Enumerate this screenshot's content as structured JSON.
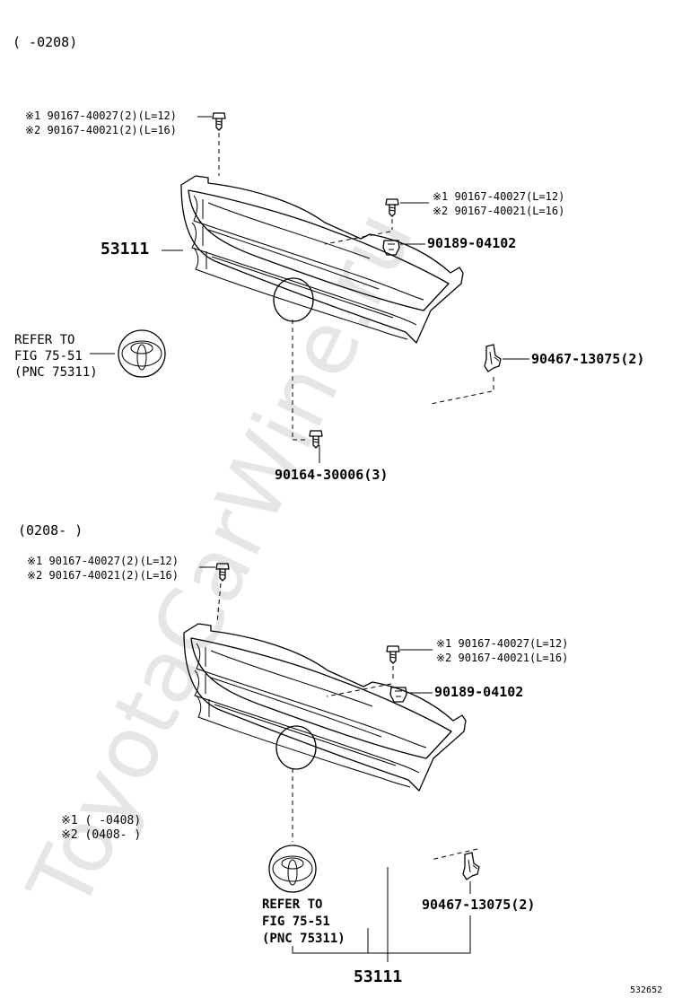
{
  "watermark": "ToyotaCarWine.ru",
  "drawing_code": "532652",
  "top": {
    "range": "(      -0208)",
    "bolt_upper_left": [
      "※1 90167-40027(2)(L=12)",
      "※2 90167-40021(2)(L=16)"
    ],
    "bolt_right": [
      "※1 90167-40027(L=12)",
      "※2 90167-40021(L=16)"
    ],
    "clip_nut": "90189-04102",
    "grille": "53111",
    "clip_lower": "90467-13075(2)",
    "screw_lower": "90164-30006(3)",
    "refer": [
      "REFER TO",
      "FIG 75-51",
      "(PNC 75311)"
    ]
  },
  "bottom": {
    "range": "(0208-       )",
    "bolt_upper_left": [
      "※1 90167-40027(2)(L=12)",
      "※2 90167-40021(2)(L=16)"
    ],
    "bolt_right": [
      "※1 90167-40027(L=12)",
      "※2 90167-40021(L=16)"
    ],
    "clip_nut": "90189-04102",
    "notes": [
      "※1 (      -0408)",
      "※2 (0408-      )"
    ],
    "refer": [
      "REFER TO",
      "FIG 75-51",
      "(PNC 75311)"
    ],
    "clip_lower": "90467-13075(2)",
    "grille": "53111"
  }
}
